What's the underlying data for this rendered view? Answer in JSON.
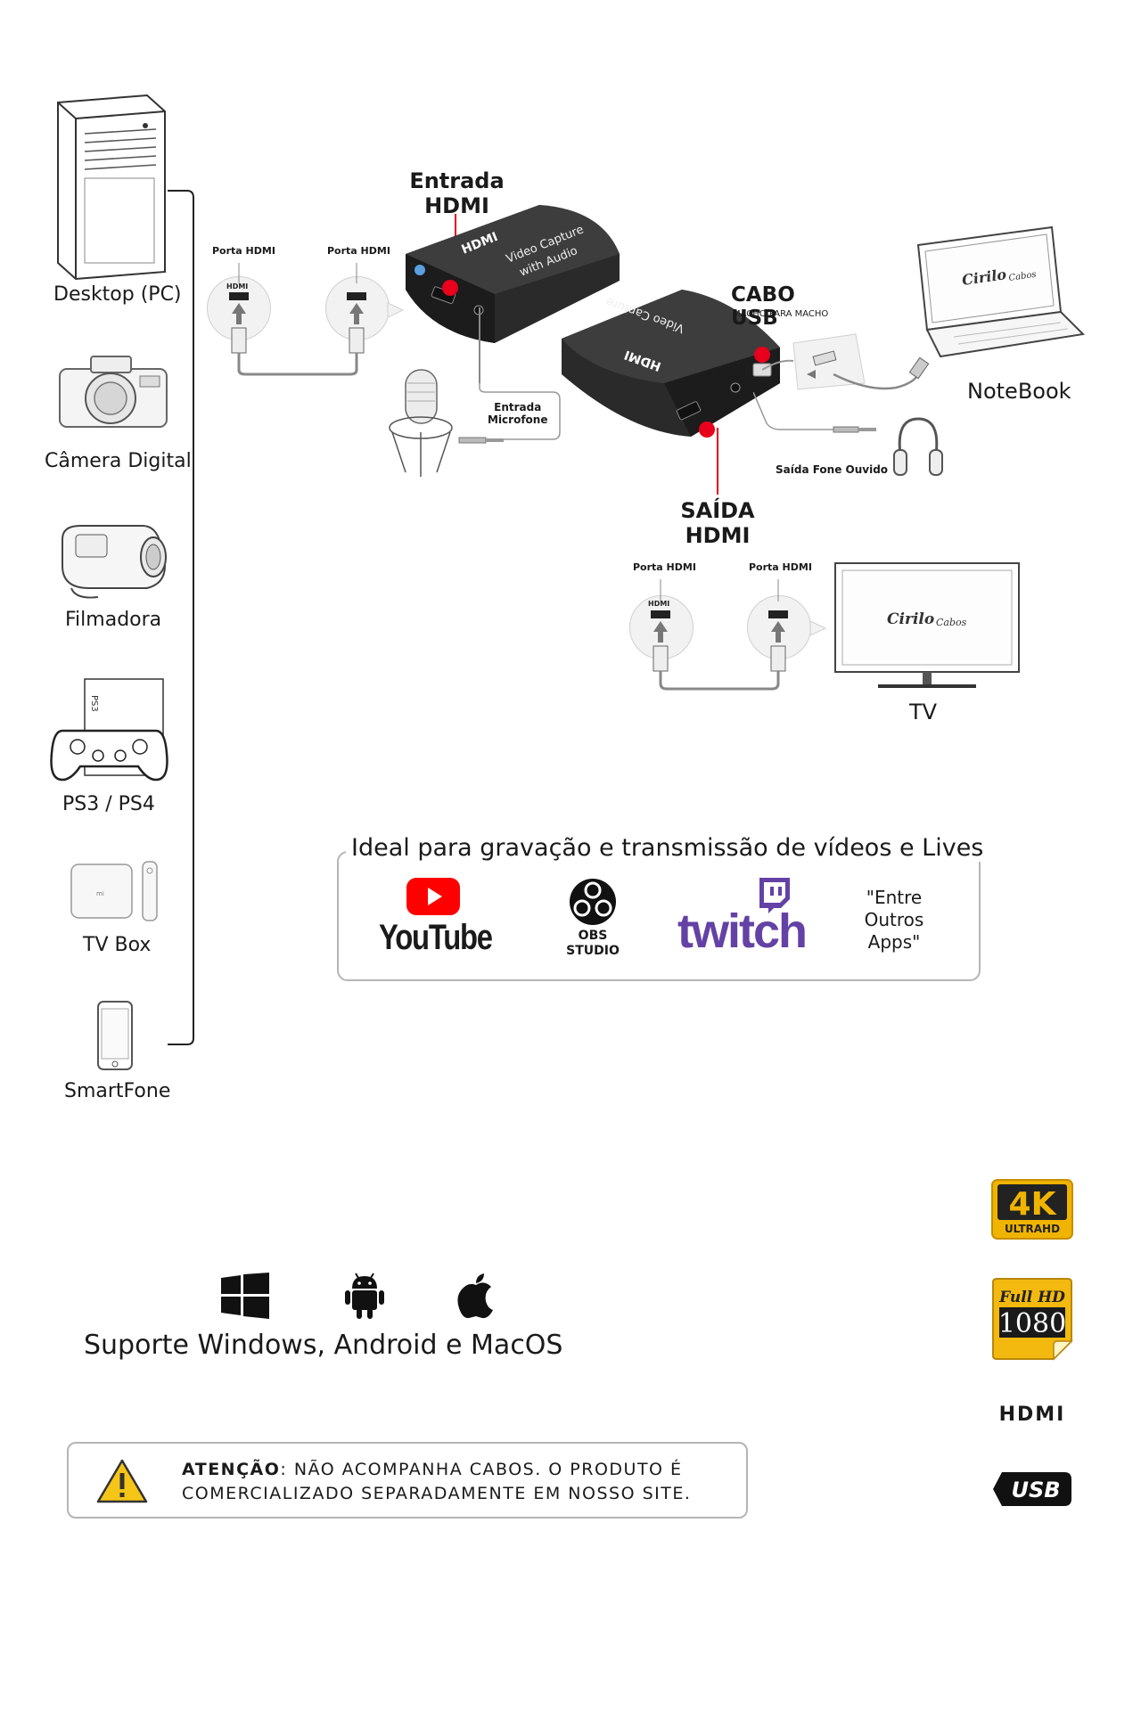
{
  "devices": [
    {
      "label": "Desktop (PC)",
      "icon": "desktop-tower-icon"
    },
    {
      "label": "Câmera Digital",
      "icon": "camera-icon"
    },
    {
      "label": "Filmadora",
      "icon": "camcorder-icon"
    },
    {
      "label": "PS3 / PS4",
      "icon": "gamepad-icon"
    },
    {
      "label": "TV Box",
      "icon": "tv-box-icon"
    },
    {
      "label": "SmartFone",
      "icon": "smartphone-icon"
    }
  ],
  "diagram": {
    "input_title": "Entrada\nHDMI",
    "port_hdmi": "Porta HDMI",
    "port_hdmi_logo": "HDMI",
    "device_text_top": "Video Capture\nwith Audio",
    "usb_title": "CABO USB",
    "usb_sub": "MACHO PARA MACHO",
    "mic_label": "Entrada\nMicrofone",
    "headphone_label": "Saída Fone Ouvido",
    "output_title": "SAÍDA\nHDMI",
    "notebook_label": "NoteBook",
    "tv_label": "TV",
    "brand": "Cirilo Cabos"
  },
  "apps": {
    "title": "Ideal para gravação e transmissão de vídeos e Lives",
    "youtube": "YouTube",
    "obs": "OBS\nSTUDIO",
    "twitch": "twitch",
    "others": "\"Entre\nOutros\nApps\""
  },
  "support": {
    "text": "Suporte Windows, Android e MacOS"
  },
  "warning": {
    "bold": "ATENÇÃO",
    "text": ": NÃO ACOMPANHA CABOS. O PRODUTO É COMERCIALIZADO SEPARADAMENTE EM NOSSO SITE."
  },
  "badges": {
    "k4": "4K",
    "k4_sub": "ULTRAHD",
    "fullhd": "Full HD",
    "fullhd_num": "1080",
    "hdmi": "HDMI",
    "usb": "USB"
  },
  "colors": {
    "accent_red": "#e8001c",
    "youtube_red": "#ff0000",
    "twitch_purple": "#6441a5",
    "gold": "#f0b400"
  }
}
